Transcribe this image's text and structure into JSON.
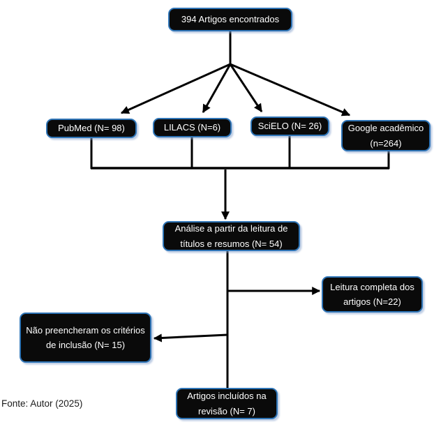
{
  "diagram": {
    "type": "flowchart",
    "nodes": {
      "found": "394 Artigos encontrados",
      "pubmed": "PubMed (N= 98)",
      "lilacs": "LILACS (N=6)",
      "scielo": "SciELO (N= 26)",
      "google": "Google acadêmico\n(n=264)",
      "analysis": "Análise a partir da leitura de\ntítulos e resumos (N= 54)",
      "full_reading": "Leitura completa dos\nartigos (N=22)",
      "not_met_criteria": "Não preencheram os critérios\nde inclusão (N= 15)",
      "included": "Artigos incluídos na\nrevisão (N= 7)"
    },
    "edges": [
      {
        "from": "found",
        "to": "pubmed",
        "arrow": true
      },
      {
        "from": "found",
        "to": "lilacs",
        "arrow": true
      },
      {
        "from": "found",
        "to": "scielo",
        "arrow": true
      },
      {
        "from": "found",
        "to": "google",
        "arrow": true
      },
      {
        "from": "pubmed",
        "to": "analysis",
        "arrow": true
      },
      {
        "from": "lilacs",
        "to": "analysis",
        "arrow": true
      },
      {
        "from": "scielo",
        "to": "analysis",
        "arrow": true
      },
      {
        "from": "google",
        "to": "analysis",
        "arrow": true
      },
      {
        "from": "analysis",
        "to": "full_reading",
        "arrow": true
      },
      {
        "from": "analysis",
        "to": "not_met_criteria",
        "arrow": true
      },
      {
        "from": "analysis",
        "to": "included",
        "arrow": false
      }
    ],
    "source_note": "Fonte: Autor (2025)",
    "colors": {
      "node_fill": "#0a0a0a",
      "node_border": "#2e74b6",
      "node_text": "#ffffff",
      "connector": "#000000",
      "background": "#ffffff"
    }
  }
}
